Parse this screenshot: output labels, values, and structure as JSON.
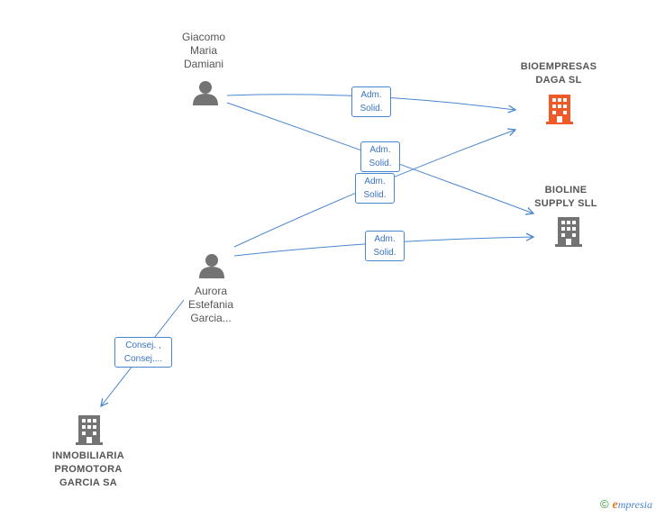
{
  "colors": {
    "edge": "#4a86cf",
    "person_icon": "#737373",
    "company_icon": "#737373",
    "highlight_company": "#f05a28"
  },
  "nodes": {
    "giacomo": {
      "label": "Giacomo\nMaria\nDamiani",
      "type": "person-icon"
    },
    "aurora": {
      "label": "Aurora\nEstefania\nGarcia...",
      "type": "person-icon"
    },
    "bioempresas": {
      "label": "BIOEMPRESAS\nDAGA  SL",
      "type": "building-icon",
      "highlight": true
    },
    "bioline": {
      "label": "BIOLINE\nSUPPLY  SLL",
      "type": "building-icon"
    },
    "inmobiliaria": {
      "label": "INMOBILIARIA\nPROMOTORA\nGARCIA SA",
      "type": "building-icon"
    }
  },
  "edges": [
    {
      "from": "giacomo",
      "to": "bioempresas",
      "label": "Adm.\nSolid."
    },
    {
      "from": "giacomo",
      "to": "bioline",
      "label": "Adm.\nSolid."
    },
    {
      "from": "aurora",
      "to": "bioempresas",
      "label": "Adm.\nSolid."
    },
    {
      "from": "aurora",
      "to": "bioline",
      "label": "Adm.\nSolid."
    },
    {
      "from": "aurora",
      "to": "inmobiliaria",
      "label": "Consej. ,\nConsej...."
    }
  ],
  "footer": {
    "copyright": "©",
    "brand_initial": "e",
    "brand_rest": "mpresia"
  }
}
